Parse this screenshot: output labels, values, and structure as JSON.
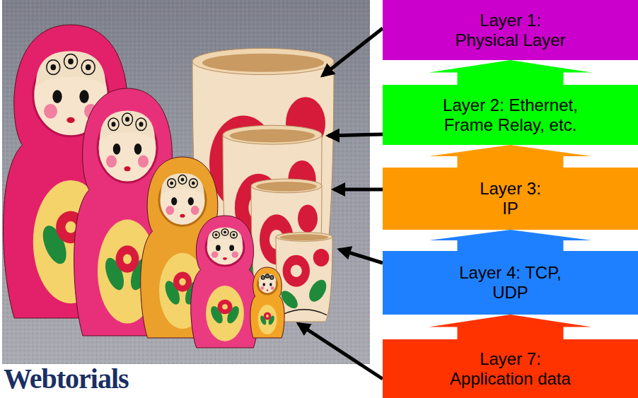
{
  "diagram": {
    "nodes": [
      {
        "text": [
          "Layer 1: Physical Layer"
        ]
      },
      {
        "text": [
          "Layer 2: Ethernet, Frame Relay, etc."
        ]
      },
      {
        "text": [
          "Layer 3: IP"
        ]
      },
      {
        "text": [
          "Layer 4: TCP, UDP"
        ]
      },
      {
        "text": [
          "Layer 7: Application data"
        ]
      }
    ],
    "edges": [
      {
        "from": 1,
        "to": 0,
        "arrow": "to"
      },
      {
        "from": 2,
        "to": 1,
        "arrow": "to"
      },
      {
        "from": 3,
        "to": 2,
        "arrow": "to"
      },
      {
        "from": 4,
        "to": 3,
        "arrow": "to"
      }
    ],
    "labels": [
      "Webtorials"
    ]
  }
}
